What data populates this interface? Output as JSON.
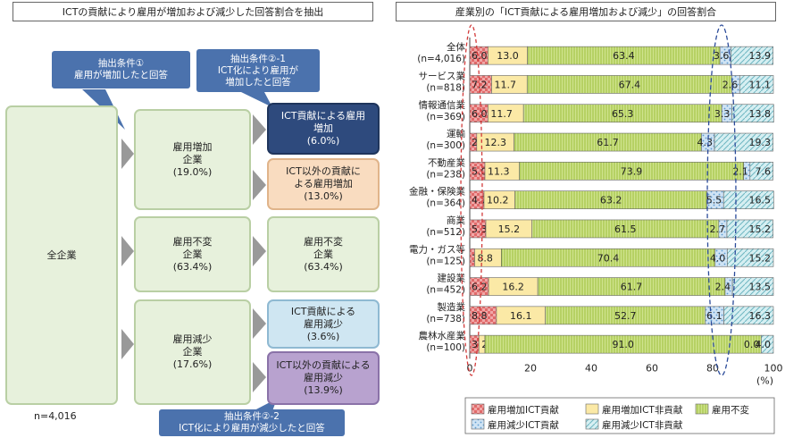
{
  "left": {
    "title": "ICTの貢献により雇用が増加および減少した回答割合を抽出",
    "root": "全企業",
    "n": "n=4,016",
    "mid": {
      "inc": "雇用増加\n企業\n(19.0%)",
      "flat": "雇用不変\n企業\n(63.4%)",
      "dec": "雇用減少\n企業\n(17.6%)"
    },
    "right": {
      "inc_ict": "ICT貢献による雇用\n増加\n(6.0%)",
      "inc_non": "ICT以外の貢献に\nよる雇用増加\n(13.0%)",
      "flat": "雇用不変\n企業\n(63.4%)",
      "dec_ict": "ICT貢献による\n雇用減少\n(3.6%)",
      "dec_non": "ICT以外の貢献による\n雇用減少\n(13.9%)"
    },
    "callouts": {
      "c1": "抽出条件①\n雇用が増加したと回答",
      "c21": "抽出条件②-1\nICT化により雇用が\n増加したと回答",
      "c22": "抽出条件②-2\nICT化により雇用が減少したと回答"
    },
    "colors": {
      "dark_blue": "#2e4a7d",
      "peach": "#f9dcc0",
      "light_blue": "#cfe6f2",
      "purple": "#b8a2cf",
      "green": "#e7f1dc",
      "callout": "#4b72ad"
    }
  },
  "chart_data": {
    "type": "bar",
    "orientation": "horizontal",
    "stacked": true,
    "title": "産業別の「ICT貢献による雇用増加および減少」の回答割合",
    "categories": [
      "全体\n(n=4,016)",
      "サービス業\n(n=818)",
      "情報通信業\n(n=369)",
      "運輸\n(n=300)",
      "不動産業\n(n=238)",
      "金融・保険業\n(n=364)",
      "商業\n(n=512)",
      "電力・ガス等\n(n=125)",
      "建設業\n(n=452)",
      "製造業\n(n=738)",
      "農林水産業\n(n=100)"
    ],
    "series": [
      {
        "name": "雇用増加ICT貢献",
        "color": "#f0a8a8",
        "pattern": "check",
        "values": [
          6.0,
          7.2,
          6.0,
          2.3,
          5.0,
          4.7,
          5.3,
          1.6,
          6.2,
          8.8,
          3.0
        ]
      },
      {
        "name": "雇用増加ICT非貢献",
        "color": "#fbe9a6",
        "pattern": "solid",
        "values": [
          13.0,
          11.7,
          11.7,
          12.3,
          11.3,
          10.2,
          15.2,
          8.8,
          16.2,
          16.1,
          2.0
        ]
      },
      {
        "name": "雇用不変",
        "color": "#cfe38d",
        "pattern": "vertical",
        "values": [
          63.4,
          67.4,
          65.3,
          61.7,
          73.9,
          63.2,
          61.5,
          70.4,
          61.7,
          52.7,
          91.0
        ]
      },
      {
        "name": "雇用減少ICT貢献",
        "color": "#cfe3f4",
        "pattern": "dots",
        "values": [
          3.6,
          2.6,
          3.3,
          4.3,
          2.1,
          5.5,
          2.7,
          4.0,
          2.4,
          6.1,
          0.0
        ]
      },
      {
        "name": "雇用減少ICT非貢献",
        "color": "#d6eff2",
        "pattern": "diagonal",
        "values": [
          13.9,
          11.1,
          13.8,
          19.3,
          7.6,
          16.5,
          15.2,
          15.2,
          13.5,
          16.3,
          4.0
        ]
      }
    ],
    "xlim": [
      0,
      100
    ],
    "xticks": [
      0,
      20,
      40,
      60,
      80,
      100
    ],
    "unit": "(%)",
    "legend": "bottom"
  }
}
